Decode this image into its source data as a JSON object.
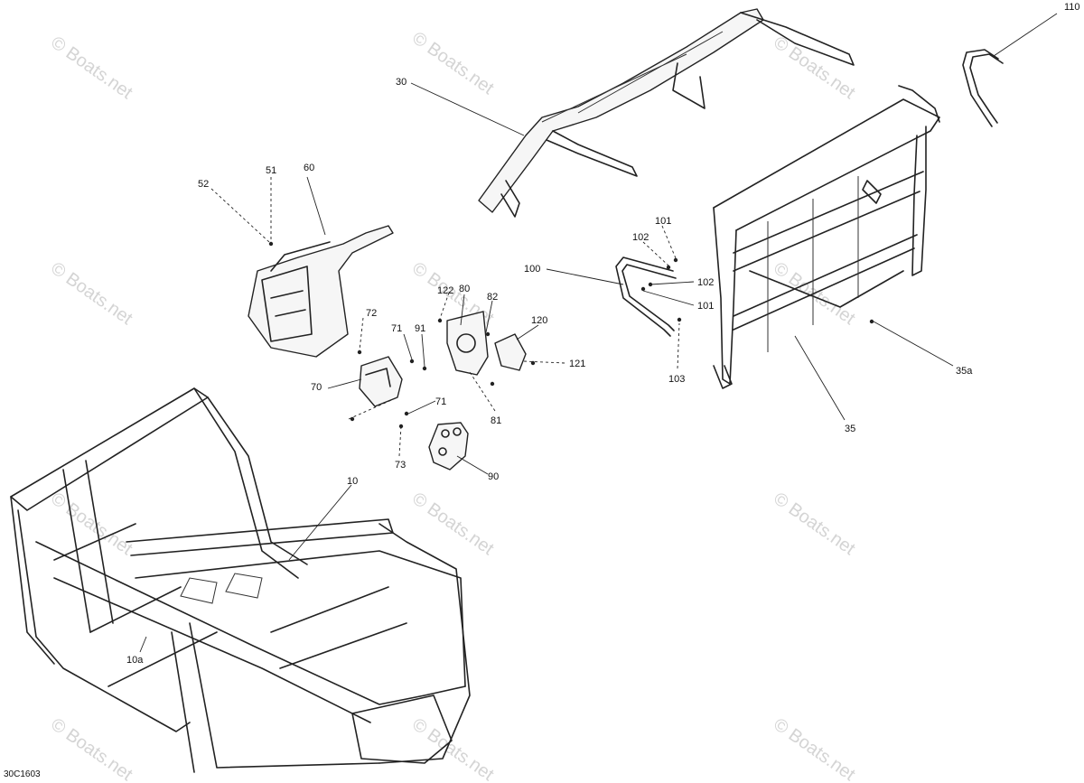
{
  "figure_id": "30C1603",
  "watermark": "© Boats.net",
  "callouts": {
    "c10": "10",
    "c10a": "10a",
    "c30": "30",
    "c35": "35",
    "c35a": "35a",
    "c51": "51",
    "c52": "52",
    "c60": "60",
    "c70": "70",
    "c71a": "71",
    "c71b": "71",
    "c72": "72",
    "c73": "73",
    "c80": "80",
    "c81": "81",
    "c82": "82",
    "c90": "90",
    "c91": "91",
    "c100": "100",
    "c101a": "101",
    "c101b": "101",
    "c102a": "102",
    "c102b": "102",
    "c103": "103",
    "c110": "110",
    "c120": "120",
    "c121": "121",
    "c122": "122"
  }
}
